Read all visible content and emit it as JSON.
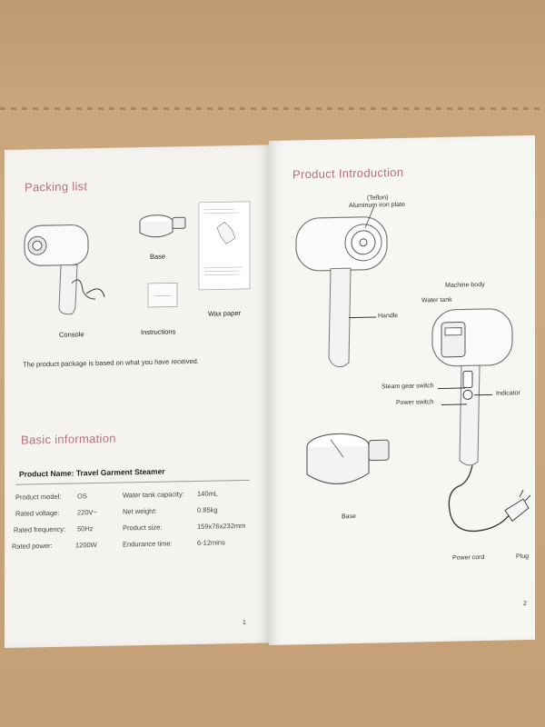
{
  "left_page": {
    "packing_title": "Packing list",
    "items": {
      "base": "Base",
      "console": "Console",
      "instructions": "Instructions",
      "wax_paper": "Wax paper"
    },
    "package_note": "The product package is based on what you have received.",
    "basic_title": "Basic information",
    "product_name": "Product Name: Travel Garment Steamer",
    "specs": [
      {
        "label": "Product model:",
        "value": "OS"
      },
      {
        "label": "Rated voltage:",
        "value": "220V~"
      },
      {
        "label": "Rated frequency:",
        "value": "50Hz"
      },
      {
        "label": "Rated power:",
        "value": "1200W"
      },
      {
        "label": "Water tank capacity:",
        "value": "140mL"
      },
      {
        "label": "Net weight:",
        "value": "0.85kg"
      },
      {
        "label": "Product size:",
        "value": "159x76x232mm"
      },
      {
        "label": "Endurance time:",
        "value": "6-12mins"
      }
    ],
    "page_number": "1"
  },
  "right_page": {
    "title": "Product Introduction",
    "labels": {
      "teflon": "(Teflon)",
      "aluminum_plate": "Aluminum iron plate",
      "handle": "Handle",
      "machine_body": "Machine body",
      "water_tank": "Water tank",
      "steam_gear_switch": "Steam gear switch",
      "indicator": "Indicator",
      "power_switch": "Power switch",
      "base": "Base",
      "power_cord": "Power cord",
      "plug": "Plug"
    },
    "page_number": "2"
  },
  "colors": {
    "heading": "#b86f7a",
    "cardboard": "#c9a57c",
    "paper": "#f5f4f0"
  }
}
